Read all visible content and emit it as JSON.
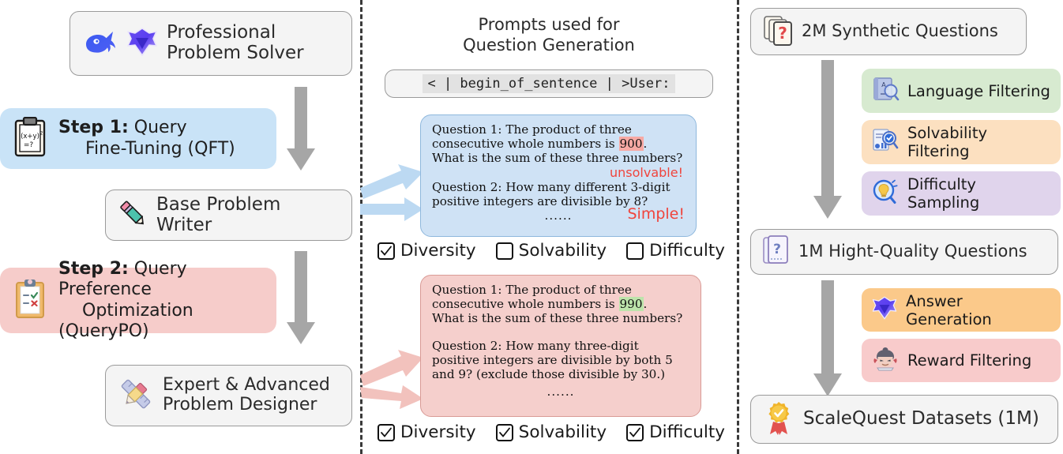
{
  "diagram": {
    "title": "ScaleQuest question generation pipeline",
    "colors": {
      "step1_bg": "#c9e3f7",
      "step2_bg": "#f6ccca",
      "blue_question_bg": "#cfe2f5",
      "pink_question_bg": "#f5cfcc",
      "arrow_gray": "#a6a6a6",
      "arrow_blue": "#bcd9f2",
      "arrow_pink": "#f2c2bd",
      "language_filter_bg": "#d7ead0",
      "solvability_filter_bg": "#fce0c0",
      "difficulty_filter_bg": "#e0d4ec",
      "answer_generation_bg": "#fbc98a",
      "reward_filter_bg": "#f8cbcb",
      "node_bg": "#f4f4f4",
      "highlight_red": "#f7a9a4",
      "highlight_green": "#bde4ab",
      "tag_red": "#f0443c"
    }
  },
  "left": {
    "solver_node": {
      "label_line1": "Professional",
      "label_line2": "Problem Solver",
      "icon1": "deepseek-whale-icon",
      "icon2": "qwen-logo-icon"
    },
    "step1": {
      "prefix": "Step 1:",
      "line1_rest": " Query",
      "line2": "Fine-Tuning (QFT)",
      "icon": "clipboard-math-icon"
    },
    "writer_node": {
      "label": "Base Problem Writer",
      "icon": "pencil-icon"
    },
    "step2": {
      "prefix": "Step 2:",
      "line1_rest": " Query Preference",
      "line2": "Optimization (QueryPO)",
      "icon": "clipboard-check-cross-icon"
    },
    "designer_node": {
      "label_line1": "Expert & Advanced",
      "label_line2": "Problem Designer",
      "icon": "ruler-pencil-icon"
    }
  },
  "middle": {
    "title_line1": "Prompts used for",
    "title_line2": "Question Generation",
    "code_prompt": "< | begin_of_sentence | >User:",
    "blue_box": {
      "l1": "Question 1: The product of three",
      "l2a": "consecutive whole numbers is ",
      "l2_highlight": "900",
      "l2b": ".",
      "l3": "What is the sum of these three numbers?",
      "tag1": "unsolvable!",
      "l4": "Question 2: How many different 3-digit",
      "l5": "positive integers are divisible by 8?",
      "dots": "......",
      "tag2": "Simple!"
    },
    "pink_box": {
      "l1": "Question 1: The product of three",
      "l2a": "consecutive whole numbers is ",
      "l2_highlight": "990",
      "l2b": ".",
      "l3": "What is the sum of these three numbers?",
      "l4": "Question 2: How many three-digit",
      "l5": "positive integers are divisible by both 5",
      "l6": "and 9? (exclude those divisible by 30.)",
      "dots": "......"
    },
    "checks_top": [
      {
        "label": "Diversity",
        "checked": true
      },
      {
        "label": "Solvability",
        "checked": false
      },
      {
        "label": "Difficulty",
        "checked": false
      }
    ],
    "checks_bottom": [
      {
        "label": "Diversity",
        "checked": true
      },
      {
        "label": "Solvability",
        "checked": true
      },
      {
        "label": "Difficulty",
        "checked": true
      }
    ]
  },
  "right": {
    "node_top": {
      "label": "2M Synthetic Questions",
      "icon": "question-cards-icon"
    },
    "filters": [
      {
        "label": "Language Filtering",
        "icon": "book-magnifier-icon"
      },
      {
        "label": "Solvability Filtering",
        "icon": "document-check-magnifier-icon"
      },
      {
        "label": "Difficulty Sampling",
        "icon": "lightbulb-magnifier-icon"
      }
    ],
    "node_mid": {
      "label": "1M Hight-Quality Questions",
      "icon": "question-document-icon"
    },
    "steps": [
      {
        "label": "Answer Generation",
        "icon": "qwen-logo-icon"
      },
      {
        "label": "Reward Filtering",
        "icon": "judge-face-icon"
      }
    ],
    "node_bottom": {
      "label": "ScaleQuest Datasets (1M)",
      "icon": "award-ribbon-icon"
    }
  }
}
